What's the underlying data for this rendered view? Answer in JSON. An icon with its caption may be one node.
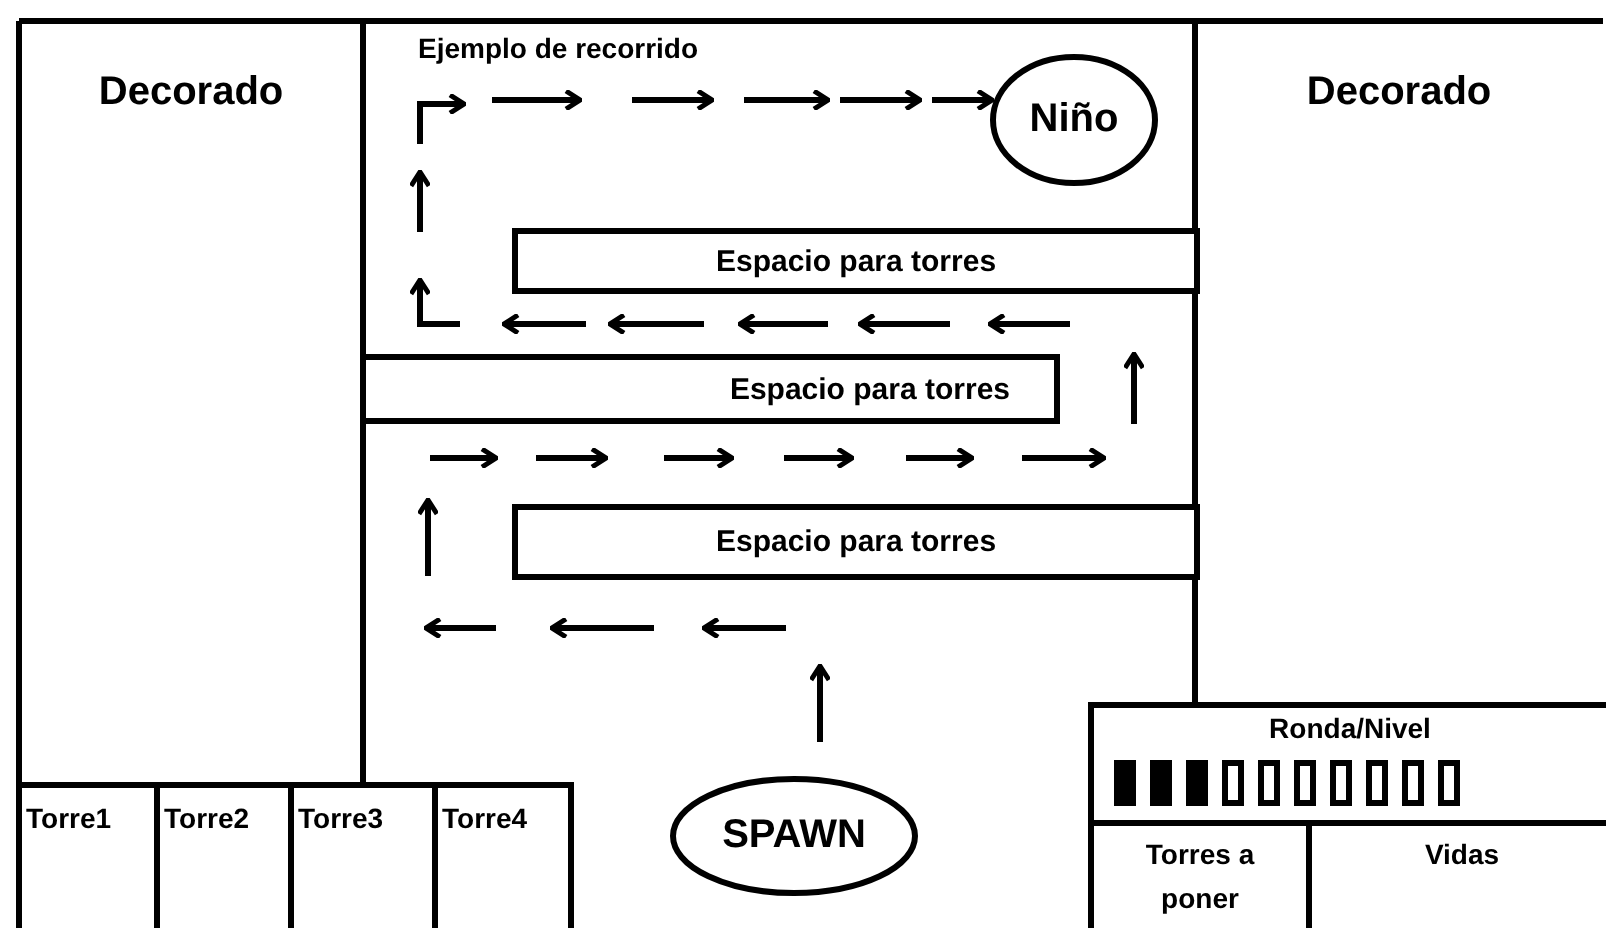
{
  "diagram": {
    "nodes": [
      {
        "text": [
          "Decorado"
        ]
      },
      {
        "text": [
          "Niño"
        ]
      },
      {
        "text": [
          "Decorado"
        ]
      },
      {
        "text": [
          "Espacio para torres"
        ]
      },
      {
        "text": [
          "Espacio para torres"
        ]
      },
      {
        "text": [
          "Espacio para torres"
        ]
      },
      {
        "text": [
          "Torre1"
        ]
      },
      {
        "text": [
          "Torre2"
        ]
      },
      {
        "text": [
          "Torre3"
        ]
      },
      {
        "text": [
          "Torre4"
        ]
      },
      {
        "text": [
          "SPAWN"
        ]
      },
      {
        "text": [
          "Ronda/Nivel"
        ]
      },
      {
        "text": [
          "Torres a poner"
        ],
        "in": 11
      },
      {
        "text": [
          "Vidas"
        ],
        "in": 11
      }
    ],
    "edges": [
      {
        "from": null,
        "to": 1,
        "arrow": "to"
      }
    ],
    "labels": [
      "Ejemplo de recorrido"
    ]
  }
}
